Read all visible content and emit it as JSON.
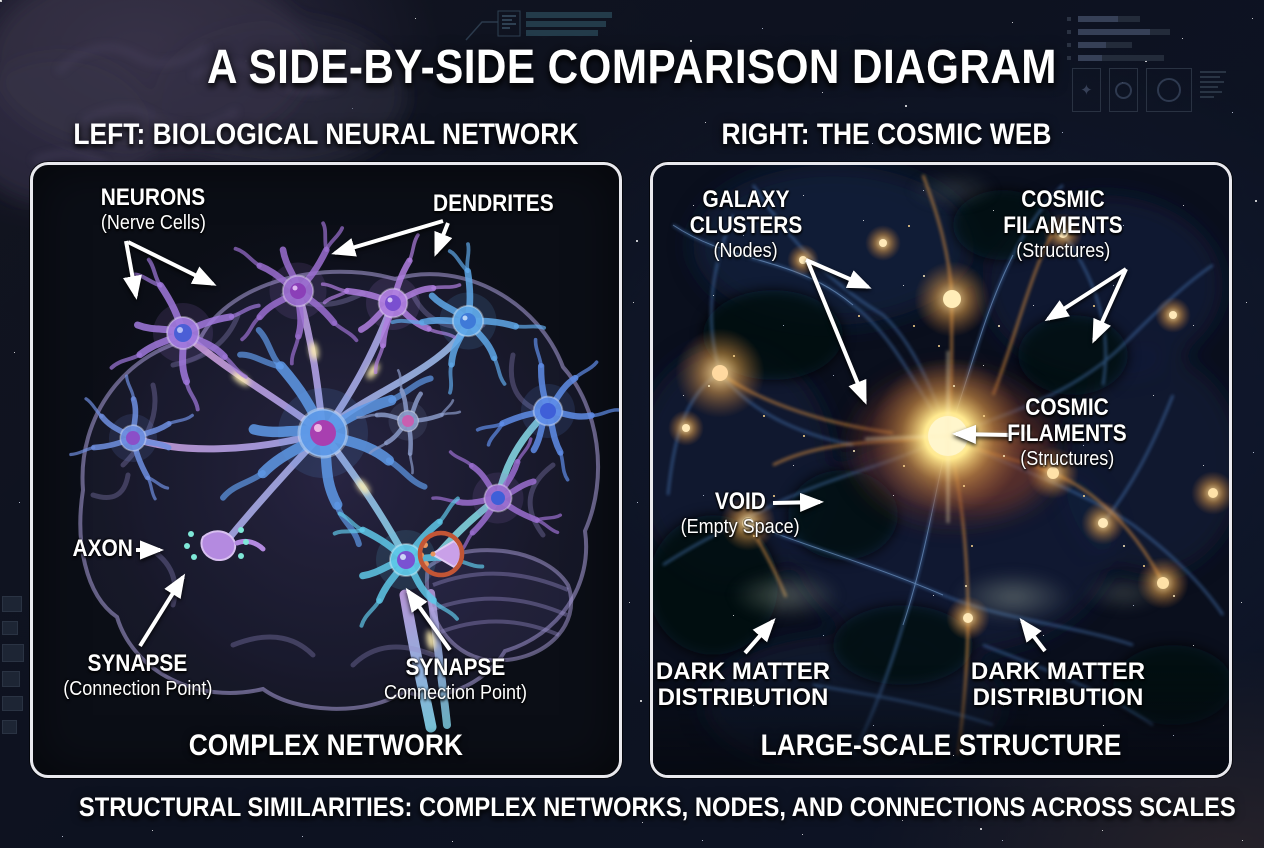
{
  "page": {
    "title": "A SIDE-BY-SIDE COMPARISON DIAGRAM",
    "footer": "STRUCTURAL SIMILARITIES: COMPLEX NETWORKS, NODES, AND CONNECTIONS ACROSS SCALES"
  },
  "left": {
    "header": "LEFT: BIOLOGICAL NEURAL NETWORK",
    "caption": "COMPLEX NETWORK",
    "labels": {
      "neurons": {
        "title": "NEURONS",
        "subtitle": "(Nerve Cells)"
      },
      "dendrites": {
        "title": "DENDRITES"
      },
      "axon": {
        "title": "AXON"
      },
      "synapse_left": {
        "title": "SYNAPSE",
        "subtitle": "(Connection Point)"
      },
      "synapse_right": {
        "title": "SYNAPSE",
        "subtitle": "Connection Point)"
      }
    }
  },
  "right": {
    "header": "RIGHT: THE COSMIC WEB",
    "caption": "LARGE-SCALE STRUCTURE",
    "labels": {
      "galaxy_clusters": {
        "title": "GALAXY CLUSTERS",
        "subtitle": "(Nodes)"
      },
      "cosmic_filaments_top": {
        "title": "COSMIC FILAMENTS",
        "subtitle": "(Structures)"
      },
      "cosmic_filaments_mid": {
        "title": "COSMIC FILAMENTS",
        "subtitle": "(Structures)"
      },
      "void": {
        "title": "VOID",
        "subtitle": "(Empty Space)"
      },
      "dark_matter_left": {
        "title": "DARK MATTER DISTRIBUTION"
      },
      "dark_matter_right": {
        "title": "DARK MATTER DISTRIBUTION"
      }
    }
  },
  "colors": {
    "background": "#0d1322",
    "panel_background": "#0b0e16",
    "panel_border": "#e9e9ee",
    "text": "#ffffff",
    "arrow": "#ffffff",
    "synapse_highlight_ring": "#c25535",
    "cosmic_core_glow": "#fff6cc",
    "filament_orange": "#d98f3f",
    "filament_blue": "#4d7fc0",
    "neuron_purple": "#a179dd",
    "neuron_blue": "#5f9ae8",
    "neuron_cyan": "#5fc8e8"
  }
}
